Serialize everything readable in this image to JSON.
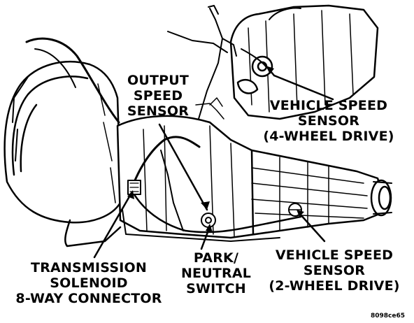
{
  "labels": {
    "output_speed_sensor": [
      "OUTPUT",
      "SPEED",
      "SENSOR"
    ],
    "vss_4wd": [
      "VEHICLE SPEED",
      "SENSOR",
      "(4-WHEEL DRIVE)"
    ],
    "vss_2wd": [
      "VEHICLE SPEED",
      "SENSOR",
      "(2-WHEEL DRIVE)"
    ],
    "park_neutral": [
      "PARK/",
      "NEUTRAL",
      "SWITCH"
    ],
    "solenoid_connector": [
      "TRANSMISSION",
      "SOLENOID",
      "8-WAY CONNECTOR"
    ]
  },
  "figure_id": "8098ce65"
}
